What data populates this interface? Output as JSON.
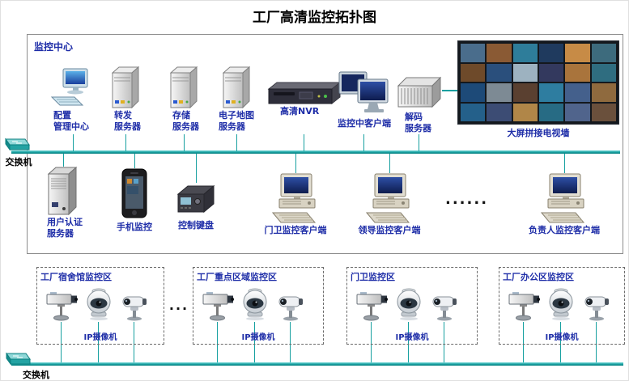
{
  "title": "工厂高清监控拓扑图",
  "colors": {
    "accent": "#17a0a0",
    "label": "#1f2ea8",
    "title": "#000000"
  },
  "monitoring_center": {
    "label": "监控中心",
    "devices_top": [
      {
        "label": "配置\n管理中心"
      },
      {
        "label": "转发\n服务器"
      },
      {
        "label": "存储\n服务器"
      },
      {
        "label": "电子地图\n服务器"
      },
      {
        "label": "高清NVR"
      },
      {
        "label": "监控中客户端"
      },
      {
        "label": "解码\n服务器"
      }
    ],
    "tv_wall": {
      "label": "大屏拼接电视墙",
      "thumbs": [
        "#4a6d8c",
        "#8a5a34",
        "#2e7d9a",
        "#1f3a5e",
        "#c78b46",
        "#3d6b7d",
        "#6e4a2a",
        "#2a4f7c",
        "#9db2c0",
        "#33395e",
        "#a9743c",
        "#2f6d80",
        "#1d4a78",
        "#7d8a94",
        "#5a4030",
        "#2e7da0",
        "#44608c",
        "#8f6a3e",
        "#24608a",
        "#3c4c74",
        "#b08648",
        "#276b84",
        "#50648c",
        "#6a503c"
      ]
    },
    "devices_second": [
      {
        "label": "用户认证\n服务器"
      },
      {
        "label": "手机监控"
      },
      {
        "label": "控制键盘"
      },
      {
        "label": "门卫监控客户端"
      },
      {
        "label": "领导监控客户端"
      },
      {
        "label": "......"
      },
      {
        "label": "负责人监控客户端"
      }
    ]
  },
  "switch_top_label": "交换机",
  "switch_bottom_label": "交换机",
  "zones": [
    {
      "label": "工厂宿舍馆监控区",
      "camera_label": "IP摄像机"
    },
    {
      "label": "工厂重点区域监控区",
      "camera_label": "IP摄像机"
    },
    {
      "label": "门卫监控区",
      "camera_label": "IP摄像机"
    },
    {
      "label": "工厂办公区监控区",
      "camera_label": "IP摄像机"
    }
  ],
  "zone_separator": "..."
}
